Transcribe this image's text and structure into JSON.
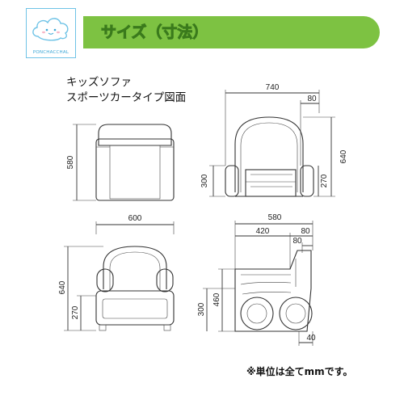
{
  "logo": {
    "text": "PONCHACCHAL"
  },
  "banner": {
    "title": "サイズ（寸法）"
  },
  "product": {
    "line1": "キッズソファ",
    "line2": "スポーツカータイプ図面"
  },
  "dimensions": {
    "d740": "740",
    "d80_top": "80",
    "d580_left": "580",
    "d640_right": "640",
    "d300_front": "300",
    "d270_front": "270",
    "d600": "600",
    "d580_side": "580",
    "d420": "420",
    "d80_side_a": "80",
    "d80_side_b": "80",
    "d640_back": "640",
    "d270_back": "270",
    "d300_side": "300",
    "d460": "460",
    "d40": "40"
  },
  "note": "※単位は全てmmです。",
  "colors": {
    "banner": "#7dc242",
    "logo_border": "#6fc3e6"
  }
}
